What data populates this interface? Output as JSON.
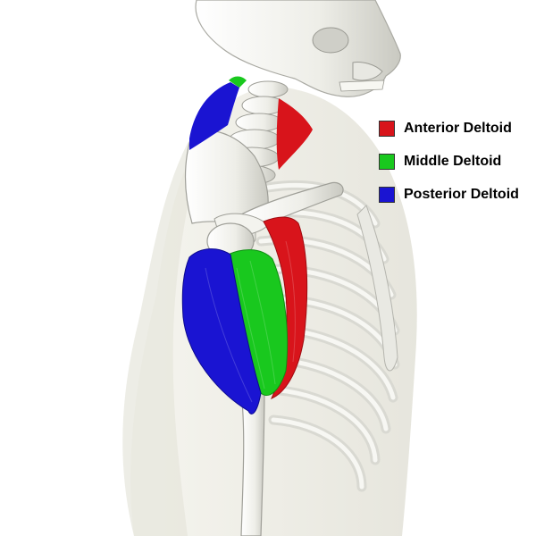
{
  "legend": [
    {
      "label": "Anterior Deltoid",
      "color": "#d8141b"
    },
    {
      "label": "Middle Deltoid",
      "color": "#19c81e"
    },
    {
      "label": "Posterior Deltoid",
      "color": "#1a14d2"
    }
  ],
  "colors": {
    "background": "#ffffff",
    "body_silhouette": "#ecebe3",
    "bone": "#f1f1ec",
    "bone_shadow": "#b7b7b0",
    "anterior": "#d8141b",
    "middle": "#19c81e",
    "posterior": "#1a14d2"
  }
}
